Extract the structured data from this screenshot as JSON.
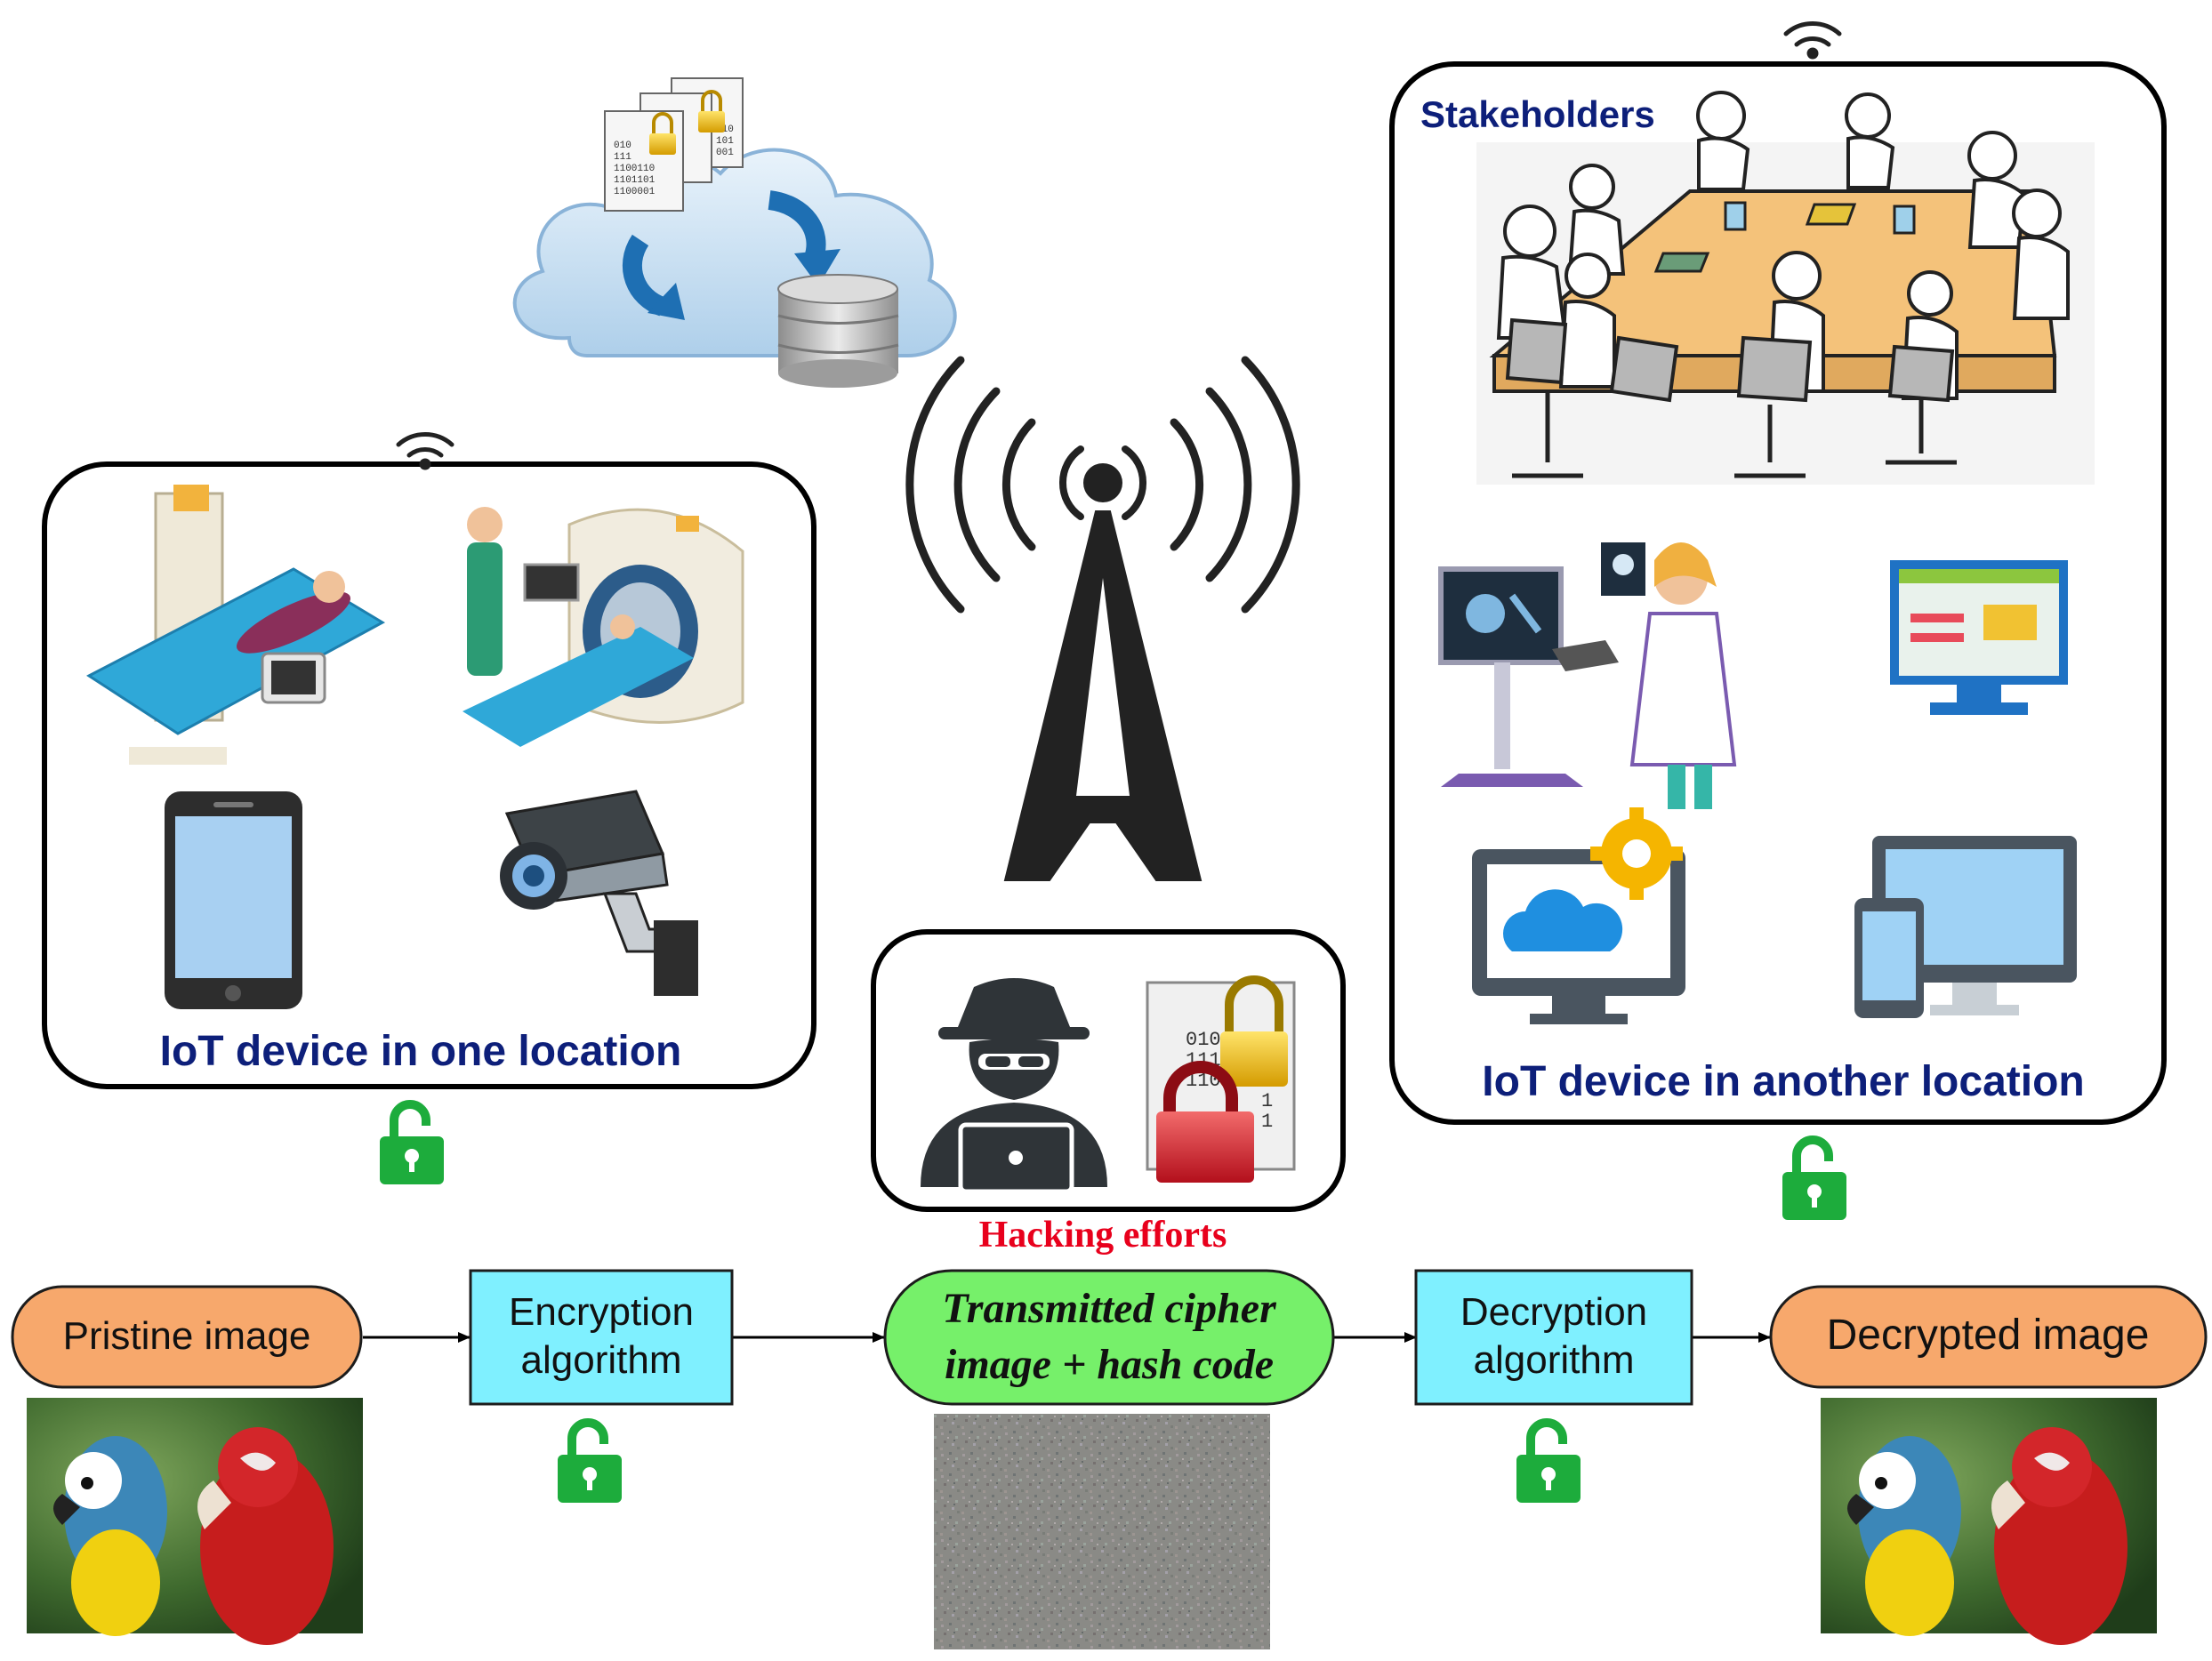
{
  "left_panel": {
    "caption": "IoT device in one location"
  },
  "right_panel": {
    "heading": "Stakeholders",
    "caption": "IoT device in another location"
  },
  "hacker_panel": {
    "caption": "Hacking efforts",
    "binary_lines": [
      "010",
      "111",
      "1100110",
      "1",
      "1"
    ]
  },
  "cloud": {
    "doc_binary_lines": [
      "010",
      "111",
      "1100110",
      "1101101",
      "1100001"
    ],
    "doc_binary_lines_right": [
      "110",
      "101",
      "001"
    ]
  },
  "flow": {
    "pristine": "Pristine image",
    "encryption_line1": "Encryption",
    "encryption_line2": "algorithm",
    "transmitted_line1": "Transmitted cipher",
    "transmitted_line2": "image + hash code",
    "decryption_line1": "Decryption",
    "decryption_line2": "algorithm",
    "decrypted": "Decrypted image"
  },
  "colors": {
    "label_blue": "#0d1f7a",
    "hacking_red": "#e8001c",
    "terminal_orange": "#f7a86c",
    "process_cyan": "#7ff0ff",
    "transmit_green": "#76f06a",
    "unlock_green": "#1dac3c"
  },
  "icons": [
    "wifi-icon",
    "cloud-storage-icon",
    "cell-tower-icon",
    "unlock-icon",
    "hacker-icon",
    "padlock-document-icon",
    "x-ray-machine-icon",
    "mri-scanner-icon",
    "smartphone-icon",
    "security-camera-icon",
    "monitor-icon",
    "cloud-settings-icon",
    "devices-icon",
    "doctor-xray-icon",
    "meeting-icon",
    "parrot-photo-icon",
    "noise-image-icon"
  ]
}
